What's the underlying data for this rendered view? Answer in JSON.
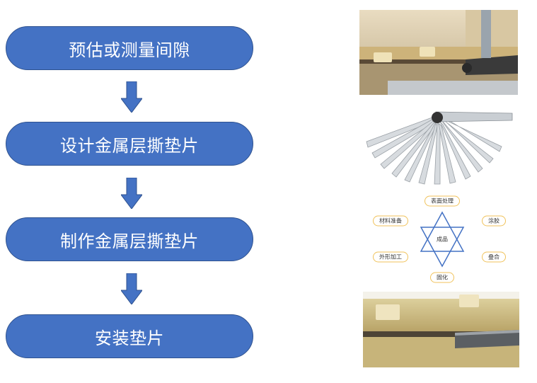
{
  "flow": {
    "steps": [
      {
        "label": "预估或测量间隙"
      },
      {
        "label": "设计金属层撕垫片"
      },
      {
        "label": "制作金属层撕垫片"
      },
      {
        "label": "安装垫片"
      }
    ]
  },
  "process_diagram": {
    "center": "成品",
    "nodes": [
      "表面处理",
      "涂胶",
      "叠合",
      "固化",
      "外形加工",
      "材料准备"
    ],
    "accent_color": "#f0c25b",
    "line_color": "#4472c4"
  },
  "colors": {
    "step_fill": "#4472c4",
    "step_border": "#2f528f",
    "step_text": "#ffffff",
    "arrow_fill": "#4472c4"
  }
}
